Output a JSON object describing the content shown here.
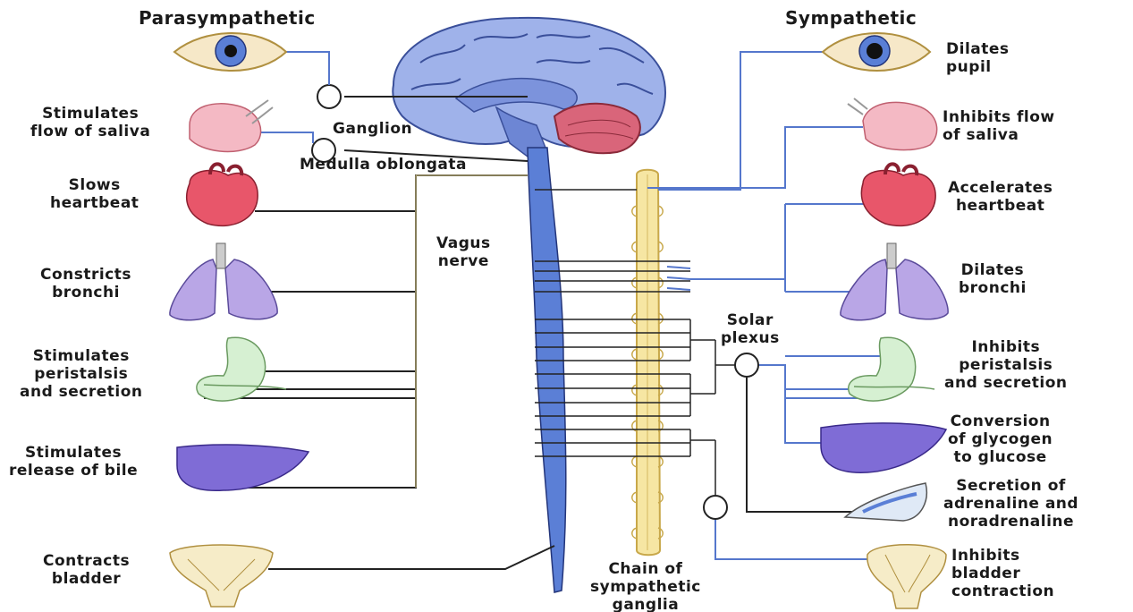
{
  "headings": {
    "left": "Parasympathetic",
    "right": "Sympathetic"
  },
  "center_labels": {
    "ganglion": "Ganglion",
    "medulla": "Medulla oblongata",
    "vagus": "Vagus\nnerve",
    "solar": "Solar\nplexus",
    "chain": "Chain of\nsympathetic\nganglia"
  },
  "parasympathetic_effects": [
    "Stimulates\nflow of saliva",
    "Slows\nheartbeat",
    "Constricts\nbronchi",
    "Stimulates\nperistalsis\nand secretion",
    "Stimulates\nrelease of bile",
    "Contracts\nbladder"
  ],
  "sympathetic_effects": [
    "Dilates\npupil",
    "Inhibits flow\nof saliva",
    "Accelerates\nheartbeat",
    "Dilates\nbronchi",
    "Inhibits\nperistalsis\nand secretion",
    "Conversion\nof glycogen\nto glucose",
    "Secretion of\nadrenaline and\nnoradrenaline",
    "Inhibits\nbladder\ncontraction"
  ],
  "colors": {
    "nerve_line": "#222222",
    "symp_line": "#5577cc",
    "cord": "#5b7fd6",
    "brain": "#9aaee6",
    "cerebellum": "#d9657a",
    "ganglia_chain": "#f6e6a3",
    "gland": "#f4b9c4",
    "lung": "#b9a6e6",
    "liver": "#7f6cd6",
    "stomach": "#d6f0d2",
    "bladder": "#f6ecc8"
  }
}
